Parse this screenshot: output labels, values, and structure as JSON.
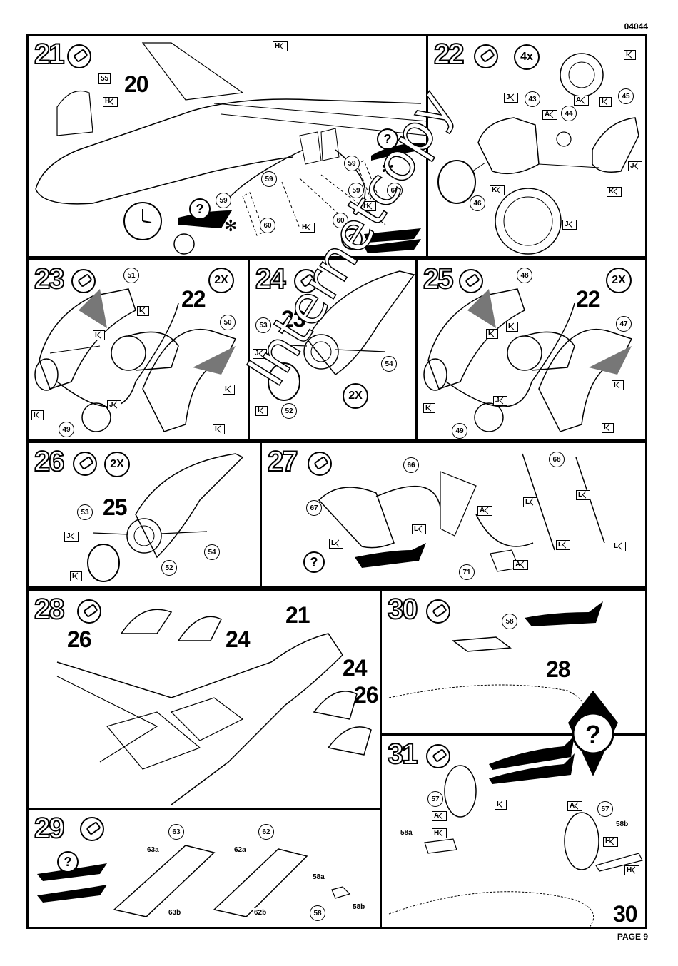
{
  "doc_code": "04044",
  "page_label": "PAGE 9",
  "watermark": "Internetcopy",
  "steps": {
    "s21": {
      "num": "21",
      "big": "20",
      "parts": [
        "55",
        "59",
        "59",
        "59",
        "59",
        "60",
        "60",
        "60"
      ],
      "colors": [
        "H",
        "H",
        "H",
        "H"
      ],
      "q": "?"
    },
    "s22": {
      "num": "22",
      "mult": "4x",
      "parts": [
        "43",
        "44",
        "45",
        "46"
      ],
      "colors": [
        "I",
        "J",
        "A",
        "A",
        "I",
        "J",
        "K",
        "K",
        "J"
      ]
    },
    "s23": {
      "num": "23",
      "mult": "2X",
      "big": "22",
      "parts": [
        "51",
        "50",
        "49"
      ],
      "colors": [
        "I",
        "I",
        "I",
        "I",
        "J",
        "I"
      ]
    },
    "s24": {
      "num": "24",
      "mult": "2X",
      "big": "23",
      "parts": [
        "53",
        "54",
        "52"
      ],
      "colors": [
        "J",
        "I"
      ]
    },
    "s25": {
      "num": "25",
      "mult": "2X",
      "big": "22",
      "parts": [
        "48",
        "47",
        "49"
      ],
      "colors": [
        "I",
        "I",
        "I",
        "I",
        "J",
        "I"
      ]
    },
    "s26": {
      "num": "26",
      "mult": "2X",
      "big": "25",
      "parts": [
        "53",
        "54",
        "52"
      ],
      "colors": [
        "J",
        "I"
      ]
    },
    "s27": {
      "num": "27",
      "parts": [
        "66",
        "67",
        "68",
        "71"
      ],
      "colors": [
        "A",
        "L",
        "L",
        "L",
        "L",
        "L",
        "L",
        "A"
      ],
      "q": "?"
    },
    "s28": {
      "num": "28",
      "labels": [
        "26",
        "24",
        "21",
        "24",
        "26"
      ]
    },
    "s29": {
      "num": "29",
      "parts": [
        "63",
        "62",
        "58"
      ],
      "subparts": [
        "63a",
        "63b",
        "62a",
        "62b",
        "58a",
        "58b"
      ],
      "q": "?"
    },
    "s30": {
      "num": "30",
      "big": "28",
      "parts": [
        "58"
      ]
    },
    "s31": {
      "num": "31",
      "big": "30",
      "parts": [
        "57",
        "57"
      ],
      "subparts": [
        "58a",
        "58b"
      ],
      "colors": [
        "I",
        "A",
        "A",
        "H",
        "H",
        "H"
      ]
    }
  }
}
